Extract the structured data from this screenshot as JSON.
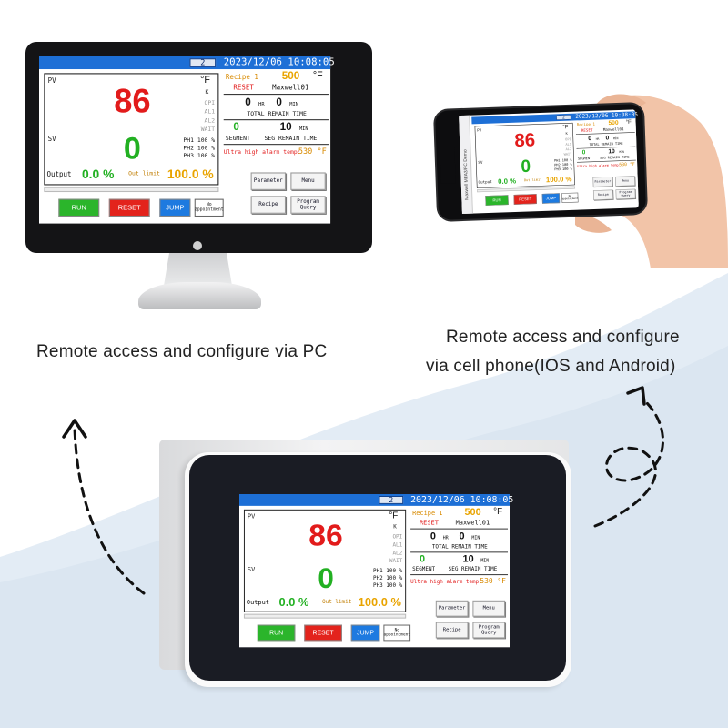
{
  "captions": {
    "pc": "Remote access and configure via PC",
    "phone_line1": "Remote access and configure",
    "phone_line2": "via cell phone(IOS and Android)"
  },
  "phone_browser_title": "Maxwell MFA3/PC Demo",
  "hmi": {
    "page_no": "2",
    "datetime": "2023/12/06 10:08:05",
    "pv_label": "PV",
    "sv_label": "SV",
    "pv_value": "86",
    "sv_value": "0",
    "unit": "°F",
    "unit_alt": "K",
    "flags": [
      "OPI",
      "AL1",
      "AL2",
      "WAIT"
    ],
    "ph": [
      "PH1 100 %",
      "PH2 100 %",
      "PH3 100 %"
    ],
    "output_label": "Output",
    "output_value": "0.0 %",
    "out_limit_label": "Out limit",
    "out_limit_value": "100.0 %",
    "progress_fraction": 0.0,
    "recipe_label": "Recipe 1",
    "recipe_temp": "500",
    "recipe_unit": "°F",
    "state": "RESET",
    "program_name": "Maxwell01",
    "remain_hr": "0",
    "hr_unit": "HR",
    "remain_min": "0",
    "min_unit": "MIN",
    "total_remain_label": "TOTAL REMAIN TIME",
    "segment_value": "0",
    "seg_remain_value": "10",
    "seg_min_unit": "MIN",
    "segment_label": "SEGMENT",
    "seg_remain_label": "SEG REMAIN TIME",
    "alarm_label": "Ultra high alarm temp:",
    "alarm_value": "530 °F",
    "buttons": {
      "run": "RUN",
      "reset": "RESET",
      "jump": "JUMP",
      "no_appointment": "No appointment",
      "parameter": "Parameter",
      "menu": "Menu",
      "recipe": "Recipe",
      "program_query": "Program Query"
    },
    "colors": {
      "run": "#2bb52b",
      "reset": "#e3231c",
      "jump": "#1d7ae0",
      "topbar": "#1d6fd6"
    }
  }
}
